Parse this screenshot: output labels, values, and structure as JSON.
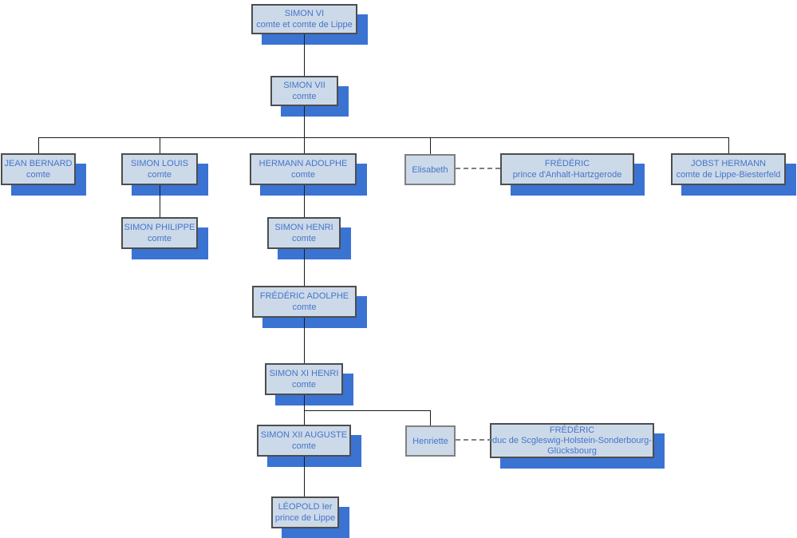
{
  "diagram_type": "family-tree-organization-chart",
  "colors": {
    "background": "#ffffff",
    "box_fill": "#ccd9e8",
    "box_border": "#4d4d4d",
    "spouse_box_border": "#808080",
    "box_shadow": "#3b73d3",
    "text": "#4575cb",
    "connector_line": "#1a1a1a",
    "marriage_dashed_line": "#808080"
  },
  "nodes": [
    {
      "id": "simon-vi",
      "title": "SIMON VI",
      "subtitle": "comte et comte de Lippe"
    },
    {
      "id": "simon-vii",
      "title": "SIMON VII",
      "subtitle": "comte"
    },
    {
      "id": "jean-bernard",
      "title": "JEAN BERNARD",
      "subtitle": "comte"
    },
    {
      "id": "simon-louis",
      "title": "SIMON LOUIS",
      "subtitle": "comte"
    },
    {
      "id": "hermann-adolphe",
      "title": "HERMANN ADOLPHE",
      "subtitle": "comte"
    },
    {
      "id": "elisabeth",
      "title": "Elisabeth",
      "subtitle": ""
    },
    {
      "id": "frederic-anhalt",
      "title": "FRÉDÉRIC",
      "subtitle": "prince d'Anhalt-Hartzgerode"
    },
    {
      "id": "jobst-hermann",
      "title": "JOBST HERMANN",
      "subtitle": "comte de Lippe-Biesterfeld"
    },
    {
      "id": "simon-philippe",
      "title": "SIMON PHILIPPE",
      "subtitle": "comte"
    },
    {
      "id": "simon-henri",
      "title": "SIMON HENRI",
      "subtitle": "comte"
    },
    {
      "id": "frederic-adolphe",
      "title": "FRÉDÉRIC ADOLPHE",
      "subtitle": "comte"
    },
    {
      "id": "simon-xi-henri",
      "title": "SIMON XI HENRI",
      "subtitle": "comte"
    },
    {
      "id": "simon-xii-auguste",
      "title": "SIMON XII AUGUSTE",
      "subtitle": "comte"
    },
    {
      "id": "henriette",
      "title": "Henriette",
      "subtitle": ""
    },
    {
      "id": "frederic-holstein",
      "title": "FRÉDÉRIC",
      "subtitle": "duc de Scgleswig-Holstein-Sonderbourg-\nGlücksbourg"
    },
    {
      "id": "leopold-ier",
      "title": "LÉOPOLD Ier",
      "subtitle": "prince de Lippe"
    }
  ]
}
